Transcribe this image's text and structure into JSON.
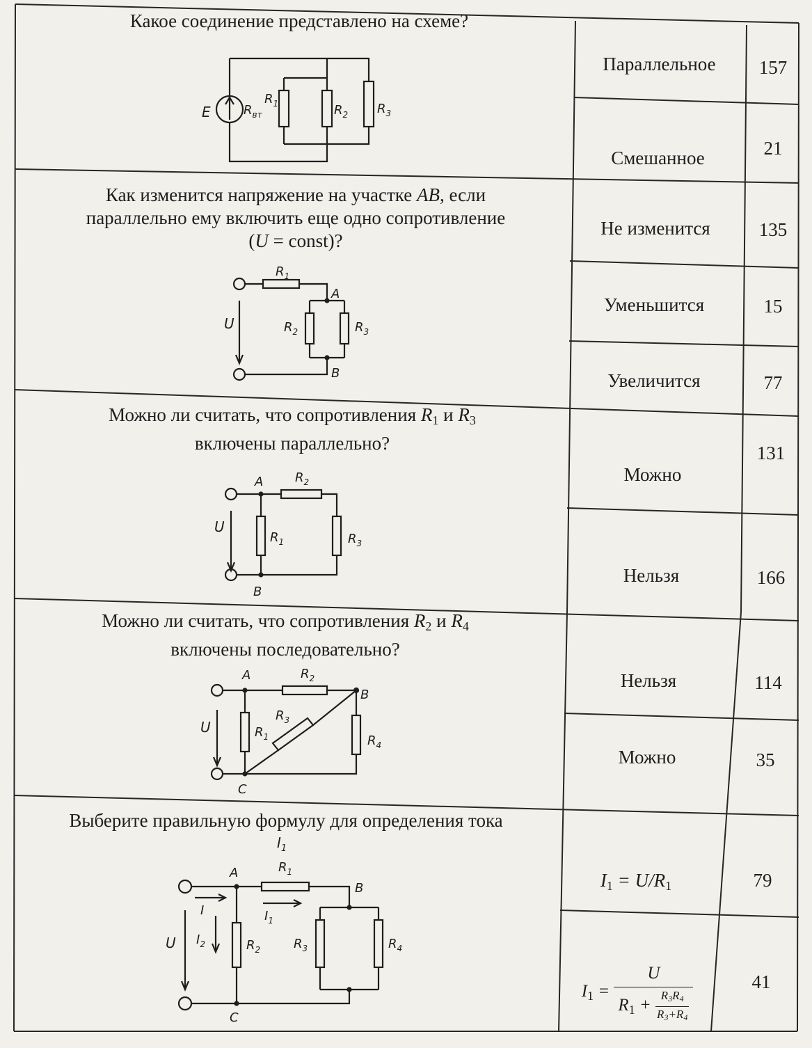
{
  "questions": [
    {
      "text_lines": [
        "Какое соединение представлено на схеме?"
      ],
      "diagram_labels": {
        "source": "E",
        "internal": "R",
        "internal_sub": "вт",
        "r1": "R",
        "r1_sub": "1",
        "r2": "R",
        "r2_sub": "2",
        "r3": "R",
        "r3_sub": "3"
      },
      "answers": [
        {
          "label": "Параллельное",
          "code": "157"
        },
        {
          "label": "Смешанное",
          "code": "21"
        }
      ]
    },
    {
      "text_line1_a": "Как изменится напряжение на участке ",
      "text_line1_var": "AB",
      "text_line1_b": ", если",
      "text_line2": "параллельно ему включить еще одно сопротивление",
      "text_line3_a": "(",
      "text_line3_var": "U",
      "text_line3_b": " = const)?",
      "diagram_labels": {
        "r1": "R",
        "r1_sub": "1",
        "r2": "R",
        "r2_sub": "2",
        "r3": "R",
        "r3_sub": "3",
        "a": "A",
        "b": "B",
        "u": "U"
      },
      "answers": [
        {
          "label": "Не изменится",
          "code": "135"
        },
        {
          "label": "Уменьшится",
          "code": "15"
        },
        {
          "label": "Увеличится",
          "code": "77"
        }
      ]
    },
    {
      "text_line1_a": "Можно ли считать, что сопротивления ",
      "text_line1_v1": "R",
      "text_line1_s1": "1",
      "text_line1_mid": " и ",
      "text_line1_v2": "R",
      "text_line1_s2": "3",
      "text_line2": "включены параллельно?",
      "diagram_labels": {
        "r1": "R",
        "r1_sub": "1",
        "r2": "R",
        "r2_sub": "2",
        "r3": "R",
        "r3_sub": "3",
        "a": "A",
        "b": "B",
        "u": "U"
      },
      "answers": [
        {
          "label": "Можно",
          "code": "131"
        },
        {
          "label": "Нельзя",
          "code": "166"
        }
      ]
    },
    {
      "text_line1_a": "Можно ли считать, что сопротивления ",
      "text_line1_v1": "R",
      "text_line1_s1": "2",
      "text_line1_mid": " и ",
      "text_line1_v2": "R",
      "text_line1_s2": "4",
      "text_line2": "включены последовательно?",
      "diagram_labels": {
        "r1": "R",
        "r1_sub": "1",
        "r2": "R",
        "r2_sub": "2",
        "r3": "R",
        "r3_sub": "3",
        "r4": "R",
        "r4_sub": "4",
        "a": "A",
        "b": "B",
        "c": "C",
        "u": "U"
      },
      "answers": [
        {
          "label": "Нельзя",
          "code": "114"
        },
        {
          "label": "Можно",
          "code": "35"
        }
      ]
    },
    {
      "text_lines": [
        "Выберите правильную формулу для определения тока"
      ],
      "diagram_labels": {
        "i1_top": "I",
        "i1_top_sub": "1",
        "r1": "R",
        "r1_sub": "1",
        "r2": "R",
        "r2_sub": "2",
        "r3": "R",
        "r3_sub": "3",
        "r4": "R",
        "r4_sub": "4",
        "a": "A",
        "b": "B",
        "c": "C",
        "u": "U",
        "i": "I",
        "i1": "I",
        "i1_sub": "1",
        "i2": "I",
        "i2_sub": "2"
      },
      "answers": [
        {
          "formula": {
            "lhs_var": "I",
            "lhs_sub": "1",
            "eq": " = ",
            "rhs_var": "U",
            "slash": "/",
            "rhs_den_var": "R",
            "rhs_den_sub": "1"
          },
          "code": "79"
        },
        {
          "formula": {
            "lhs_var": "I",
            "lhs_sub": "1",
            "eq": " = ",
            "num": "U",
            "den_var": "R",
            "den_sub": "1",
            "plus": " + ",
            "inner_num_v1": "R",
            "inner_num_s1": "3",
            "inner_num_v2": "R",
            "inner_num_s2": "4",
            "inner_den_v1": "R",
            "inner_den_s1": "3",
            "inner_den_plus": "+",
            "inner_den_v2": "R",
            "inner_den_s2": "4"
          },
          "code": "41"
        }
      ]
    }
  ]
}
